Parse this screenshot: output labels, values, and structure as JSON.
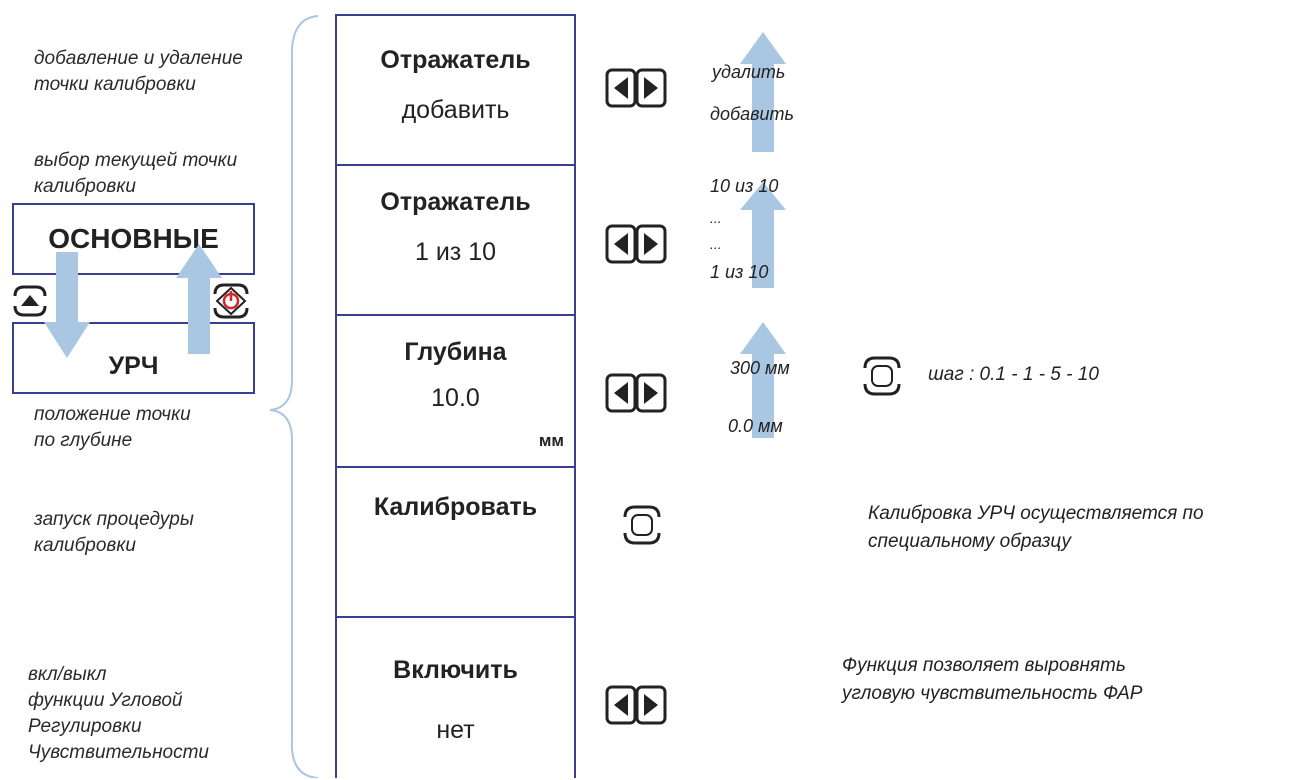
{
  "notes": {
    "add_remove": [
      "добавление и удаление",
      "точки калибровки"
    ],
    "select_point": [
      "выбор текущей точки",
      "калибровки"
    ],
    "depth_position": [
      "положение точки",
      "по глубине"
    ],
    "start_calibration": [
      "запуск процедуры",
      "калибровки"
    ],
    "toggle_function": [
      "вкл/выкл",
      "функции Угловой",
      "Регулировки",
      "Чувствительности"
    ]
  },
  "nav": {
    "top_box": "ОСНОВНЫЕ",
    "bottom_box": "УРЧ"
  },
  "menu": [
    {
      "title": "Отражатель",
      "value": "добавить"
    },
    {
      "title": "Отражатель",
      "value": "1 из 10"
    },
    {
      "title": "Глубина",
      "value": "10.0",
      "unit": "мм"
    },
    {
      "title": "Калибровать",
      "value": ""
    },
    {
      "title": "Включить",
      "value": "нет"
    }
  ],
  "ranges": {
    "reflector_action": {
      "top": "удалить",
      "bottom": "добавить"
    },
    "reflector_index": {
      "top": "10 из 10",
      "dots1": "...",
      "dots2": "...",
      "bottom": "1 из 10"
    },
    "depth": {
      "top": "300 мм",
      "bottom": "0.0 мм"
    }
  },
  "step_label": "шаг : 0.1 - 1 - 5 - 10",
  "descriptions": {
    "calibration": [
      "Калибровка УРЧ осуществляется по",
      "специальному образцу"
    ],
    "function": [
      "Функция позволяет выровнять",
      "угловую чувствительность ФАР"
    ]
  },
  "icons": {
    "left_right": "left-right-arrows-icon",
    "select": "select-button-icon",
    "up": "up-button-icon",
    "power": "power-button-icon"
  },
  "colors": {
    "frame": "#3a3f8f",
    "arrow": "#a9c6e3",
    "power": "#d9252a"
  }
}
